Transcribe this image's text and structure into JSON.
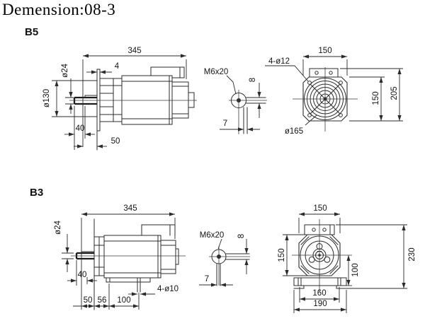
{
  "title": "Demension:08-3",
  "colors": {
    "line": "#2b2b2b",
    "text": "#141414",
    "background": "#ffffff"
  },
  "sections": {
    "b5": {
      "label": "B5",
      "side_view": {
        "overall_length": "345",
        "flange_thickness": "4",
        "shaft_diameter": "ø24",
        "spigot_diameter": "ø130",
        "key_length": "40",
        "shaft_extension": "50"
      },
      "shaft_end_detail": {
        "tapped_hole": "M6x20",
        "key_height": "8",
        "key_width": "7"
      },
      "rear_view": {
        "frame_width": "150",
        "flange_holes": "4-ø12",
        "frame_height": "150",
        "overall_height": "205",
        "bolt_circle_diameter": "ø165"
      }
    },
    "b3": {
      "label": "B3",
      "side_view": {
        "overall_length": "345",
        "shaft_diameter": "ø24",
        "key_length": "40",
        "dim_50": "50",
        "dim_56": "56",
        "dim_100": "100",
        "foot_holes": "4-ø10"
      },
      "shaft_end_detail": {
        "tapped_hole": "M6x20",
        "key_height": "8",
        "key_width": "7"
      },
      "front_view": {
        "frame_width": "150",
        "frame_height": "150",
        "overall_height": "230",
        "shaft_center_height": "100",
        "foot_hole_spacing": "160",
        "foot_width": "190"
      }
    }
  }
}
